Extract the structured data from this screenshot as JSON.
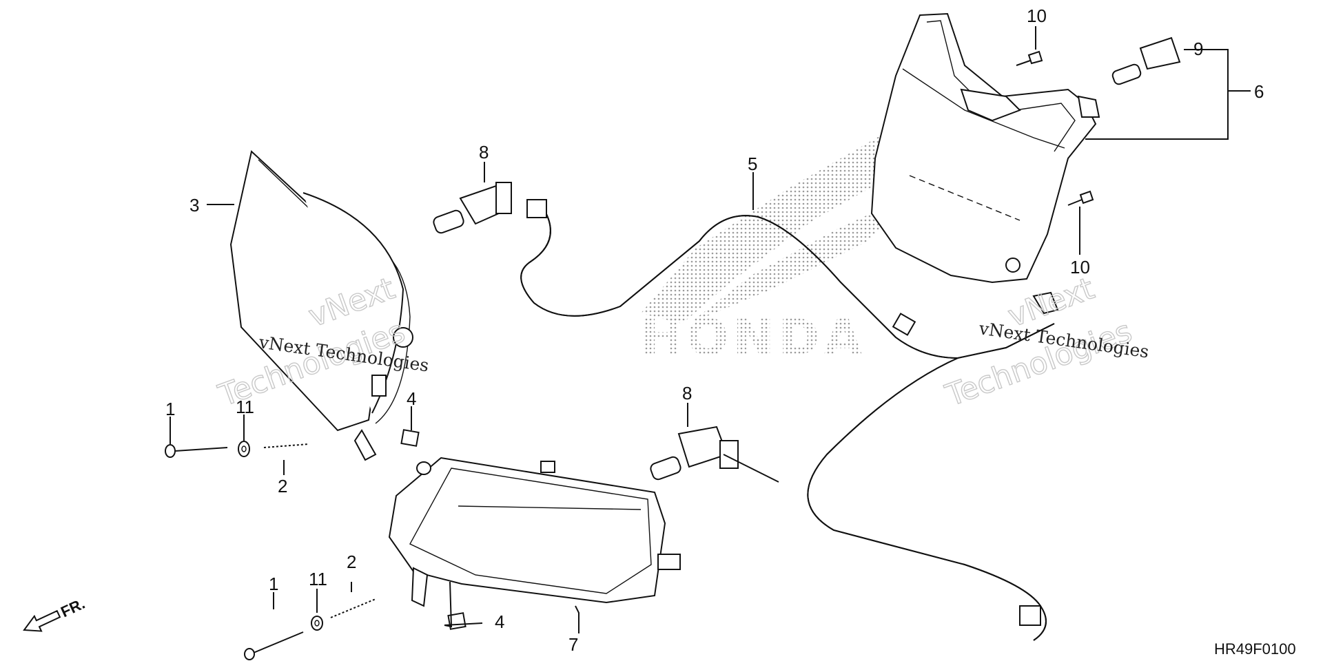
{
  "diagram": {
    "callouts": {
      "c1a": "1",
      "c1b": "1",
      "c2a": "2",
      "c2b": "2",
      "c3": "3",
      "c4a": "4",
      "c4b": "4",
      "c5": "5",
      "c6": "6",
      "c7": "7",
      "c8a": "8",
      "c8b": "8",
      "c9": "9",
      "c10a": "10",
      "c10b": "10",
      "c11a": "11",
      "c11b": "11"
    },
    "diagram_code": "HR49F0100",
    "front_label": "FR.",
    "brand_watermark": "HONDA",
    "watermark": {
      "brand_line1": "vNext",
      "brand_line2": "Technologies",
      "small": "vNext Technologies"
    }
  }
}
